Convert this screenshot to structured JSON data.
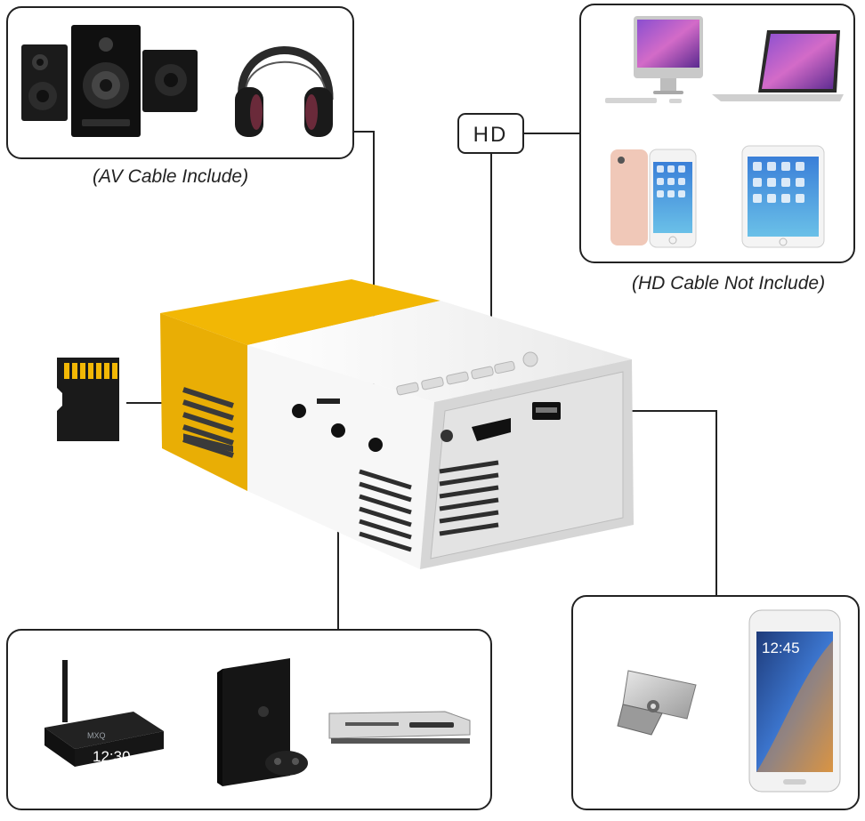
{
  "labels": {
    "av_caption": "(AV Cable Include)",
    "hd_badge": "HD",
    "hd_caption": "(HD Cable Not Include)"
  },
  "device_text": {
    "tv_box_brand": "MXQ",
    "phone_clock": "12:45"
  },
  "colors": {
    "projector_accent": "#f2b705",
    "outline": "#222222"
  },
  "icons": [
    "speaker-system-icon",
    "headphones-icon",
    "imac-icon",
    "laptop-icon",
    "iphone-icon",
    "ipad-icon",
    "micro-sd-card-icon",
    "tv-box-icon",
    "game-console-icon",
    "dvd-player-icon",
    "usb-flash-drive-icon",
    "android-phone-icon"
  ]
}
